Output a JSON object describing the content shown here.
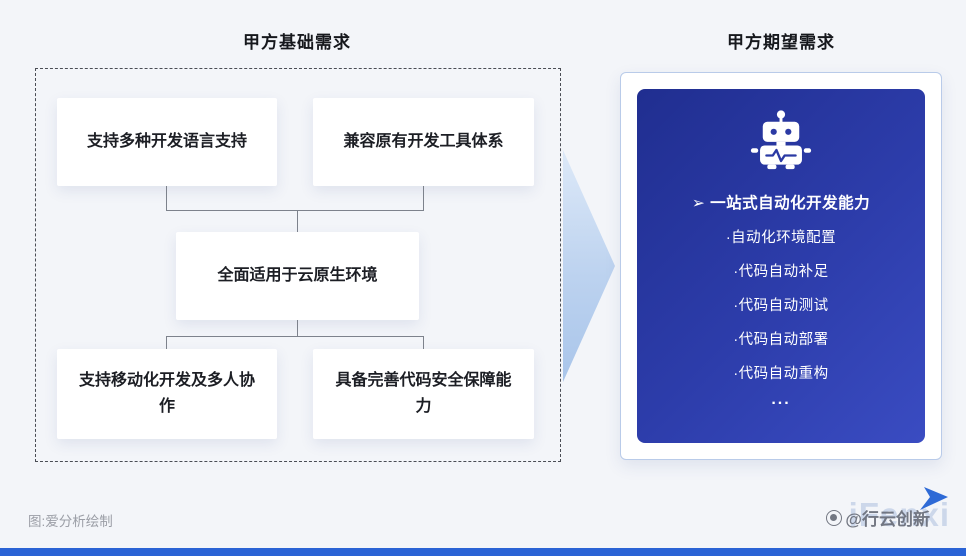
{
  "titles": {
    "left": "甲方基础需求",
    "right": "甲方期望需求"
  },
  "basic": {
    "top_left": "支持多种开发语言支持",
    "top_right": "兼容原有开发工具体系",
    "middle": "全面适用于云原生环境",
    "bottom_left": "支持移动化开发及多人协作",
    "bottom_right": "具备完善代码安全保障能力"
  },
  "expected": {
    "heading": "➢ 一站式自动化开发能力",
    "items": [
      "·自动化环境配置",
      "·代码自动补足",
      "·代码自动测试",
      "·代码自动部署",
      "·代码自动重构",
      "..."
    ]
  },
  "footer": {
    "source": "图:爱分析绘制",
    "brand": "iFenxi",
    "watermark": "@行云创新"
  },
  "colors": {
    "accent_bar": "#2a63d5",
    "panel_blue_start": "#202e90",
    "panel_blue_end": "#3a4cc2",
    "arrow_light_blue": "#bcd2ef",
    "box_text": "#1c1e24"
  }
}
